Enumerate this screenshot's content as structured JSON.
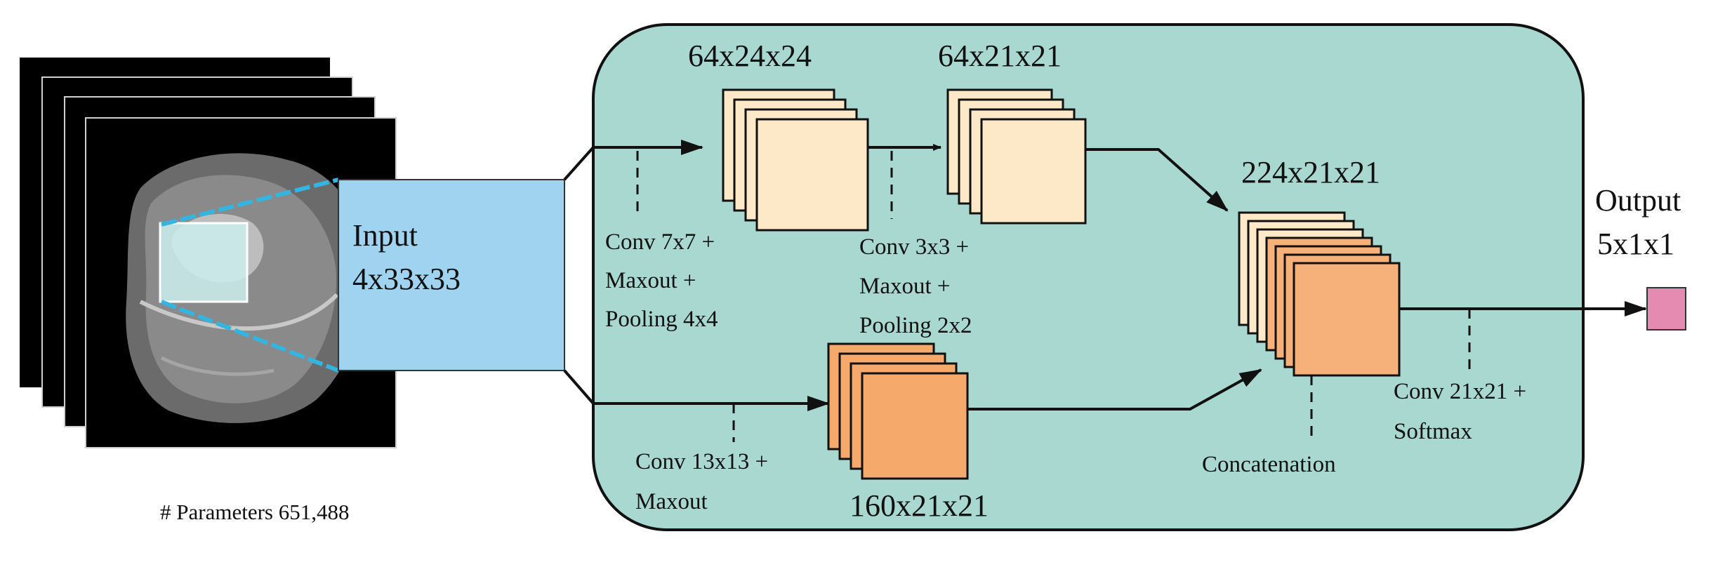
{
  "input": {
    "label_line1": "Input",
    "label_line2": "4x33x33"
  },
  "parameters_label": "# Parameters  651,488",
  "blocks": {
    "upper_first": {
      "dims": "64x24x24",
      "op_lines": [
        "Conv 7x7 +",
        "Maxout +",
        "Pooling 4x4"
      ]
    },
    "upper_second": {
      "dims": "64x21x21",
      "op_lines": [
        "Conv 3x3 +",
        "Maxout +",
        "Pooling 2x2"
      ]
    },
    "lower": {
      "dims": "160x21x21",
      "op_lines": [
        "Conv 13x13 +",
        "Maxout"
      ]
    },
    "concat": {
      "dims": "224x21x21",
      "op_label": "Concatenation"
    },
    "output": {
      "label_line1": "Output",
      "label_line2": "5x1x1",
      "op_lines": [
        "Conv 21x21 +",
        "Softmax"
      ]
    }
  },
  "colors": {
    "panel_fill": "#a8d8d0",
    "input_fill": "#9fd3ef",
    "upper_feature_fill": "#fde9c8",
    "lower_feature_fill": "#f5a96a",
    "concat_feature_fill": "#f6b07a",
    "output_fill": "#e58ab0",
    "patch_fill": "#cdeef0",
    "highlight_line": "#33b5e0"
  }
}
